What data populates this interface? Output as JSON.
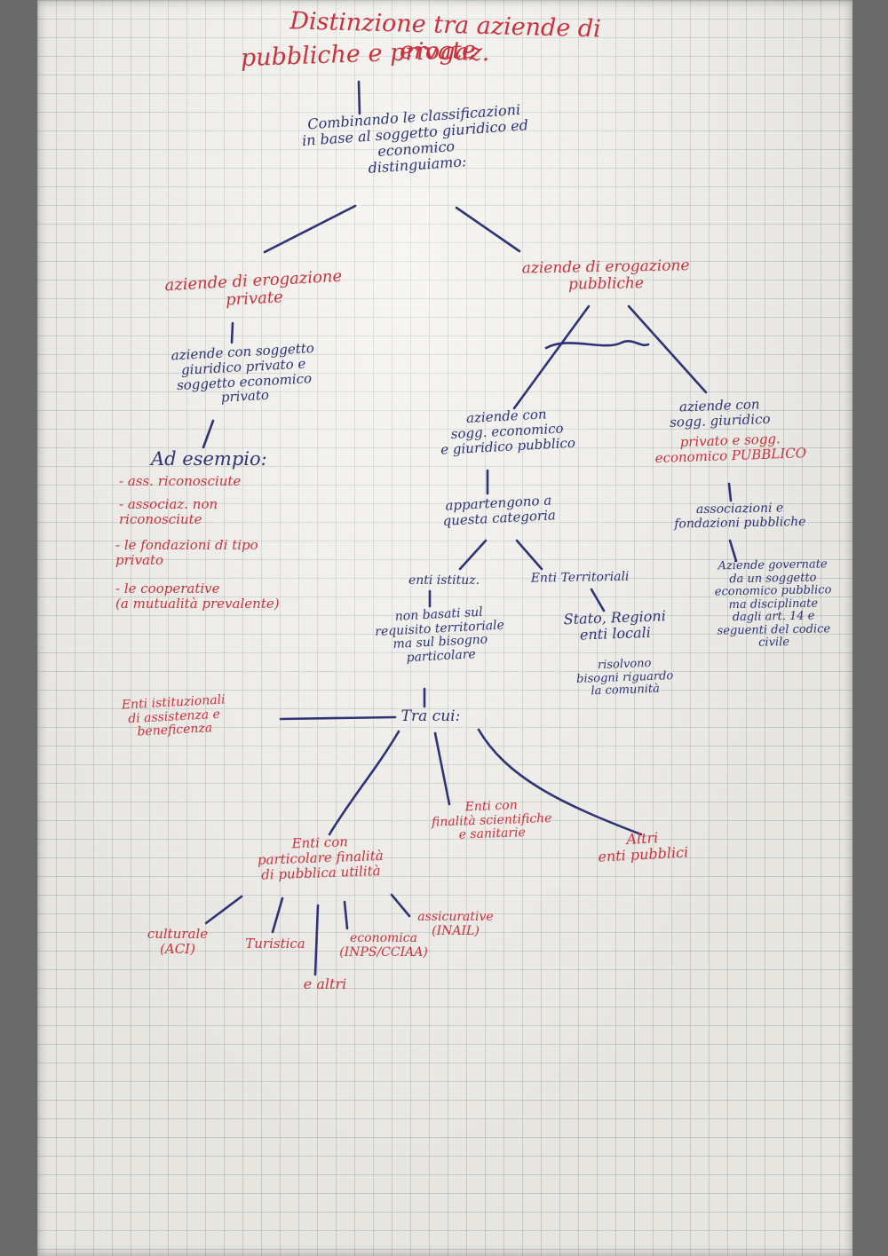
{
  "colors": {
    "red_ink": "#c8323c",
    "blue_ink": "#2d3476",
    "paper": "#f3f1ec",
    "grid": "#a9b0b8"
  },
  "title": {
    "line1": "Distinzione tra aziende di erogaz.",
    "line2": "pubbliche e private"
  },
  "nodes": {
    "intro": "Combinando le classificazioni\nin base al soggetto giuridico ed\neconomico\ndistinguiamo:",
    "private_branch": {
      "heading": "aziende di erogazione\nprivate",
      "description": "aziende con soggetto\ngiuridico privato e\nsoggetto economico\nprivato",
      "example_label": "Ad esempio:",
      "examples": [
        "- ass. riconosciute",
        "- associaz. non\n  riconosciute",
        "- le fondazioni di tipo\n  privato",
        "- le cooperative\n  (a mutualità prevalente)"
      ]
    },
    "public_branch": {
      "heading": "aziende di erogazione\npubbliche",
      "left_child": {
        "label": "aziende con\nsogg. economico\ne giuridico pubblico",
        "note": "appartengono a\nquesta categoria",
        "istituz": {
          "label": "enti istituz.",
          "description": "non basati sul\nrequisito territoriale\nma sul bisogno\nparticolare",
          "among_label": "Tra cui:",
          "side_note": "Enti istituzionali\ndi assistenza e\nbeneficenza",
          "children": {
            "public_utility": {
              "label": "Enti con\nparticolare finalità\ndi pubblica utilità",
              "kinds": {
                "culturale": "culturale\n(ACI)",
                "turistica": "Turistica",
                "economica": "economica\n(INPS/CCIAA)",
                "assicurativa": "assicurative\n(INAIL)",
                "altri": "e altri"
              }
            },
            "scientific": "Enti con\nfinalità scientifiche\ne sanitarie",
            "other": "Altri\nenti pubblici"
          }
        },
        "territorial": {
          "label": "Enti Territoriali",
          "description": "Stato, Regioni\nenti locali",
          "needs": "risolvono\nbisogni riguardo\nla comunità"
        }
      },
      "right_child": {
        "label_blue": "aziende con\nsogg. giuridico",
        "label_red": "privato e sogg.\neconomico PUBBLICO",
        "examples": "associazioni e\nfondazioni pubbliche",
        "description": "Aziende governate\nda un soggetto\neconomico pubblico\nma disciplinate\ndagli art. 14 e\nseguenti del codice\ncivile"
      }
    }
  }
}
